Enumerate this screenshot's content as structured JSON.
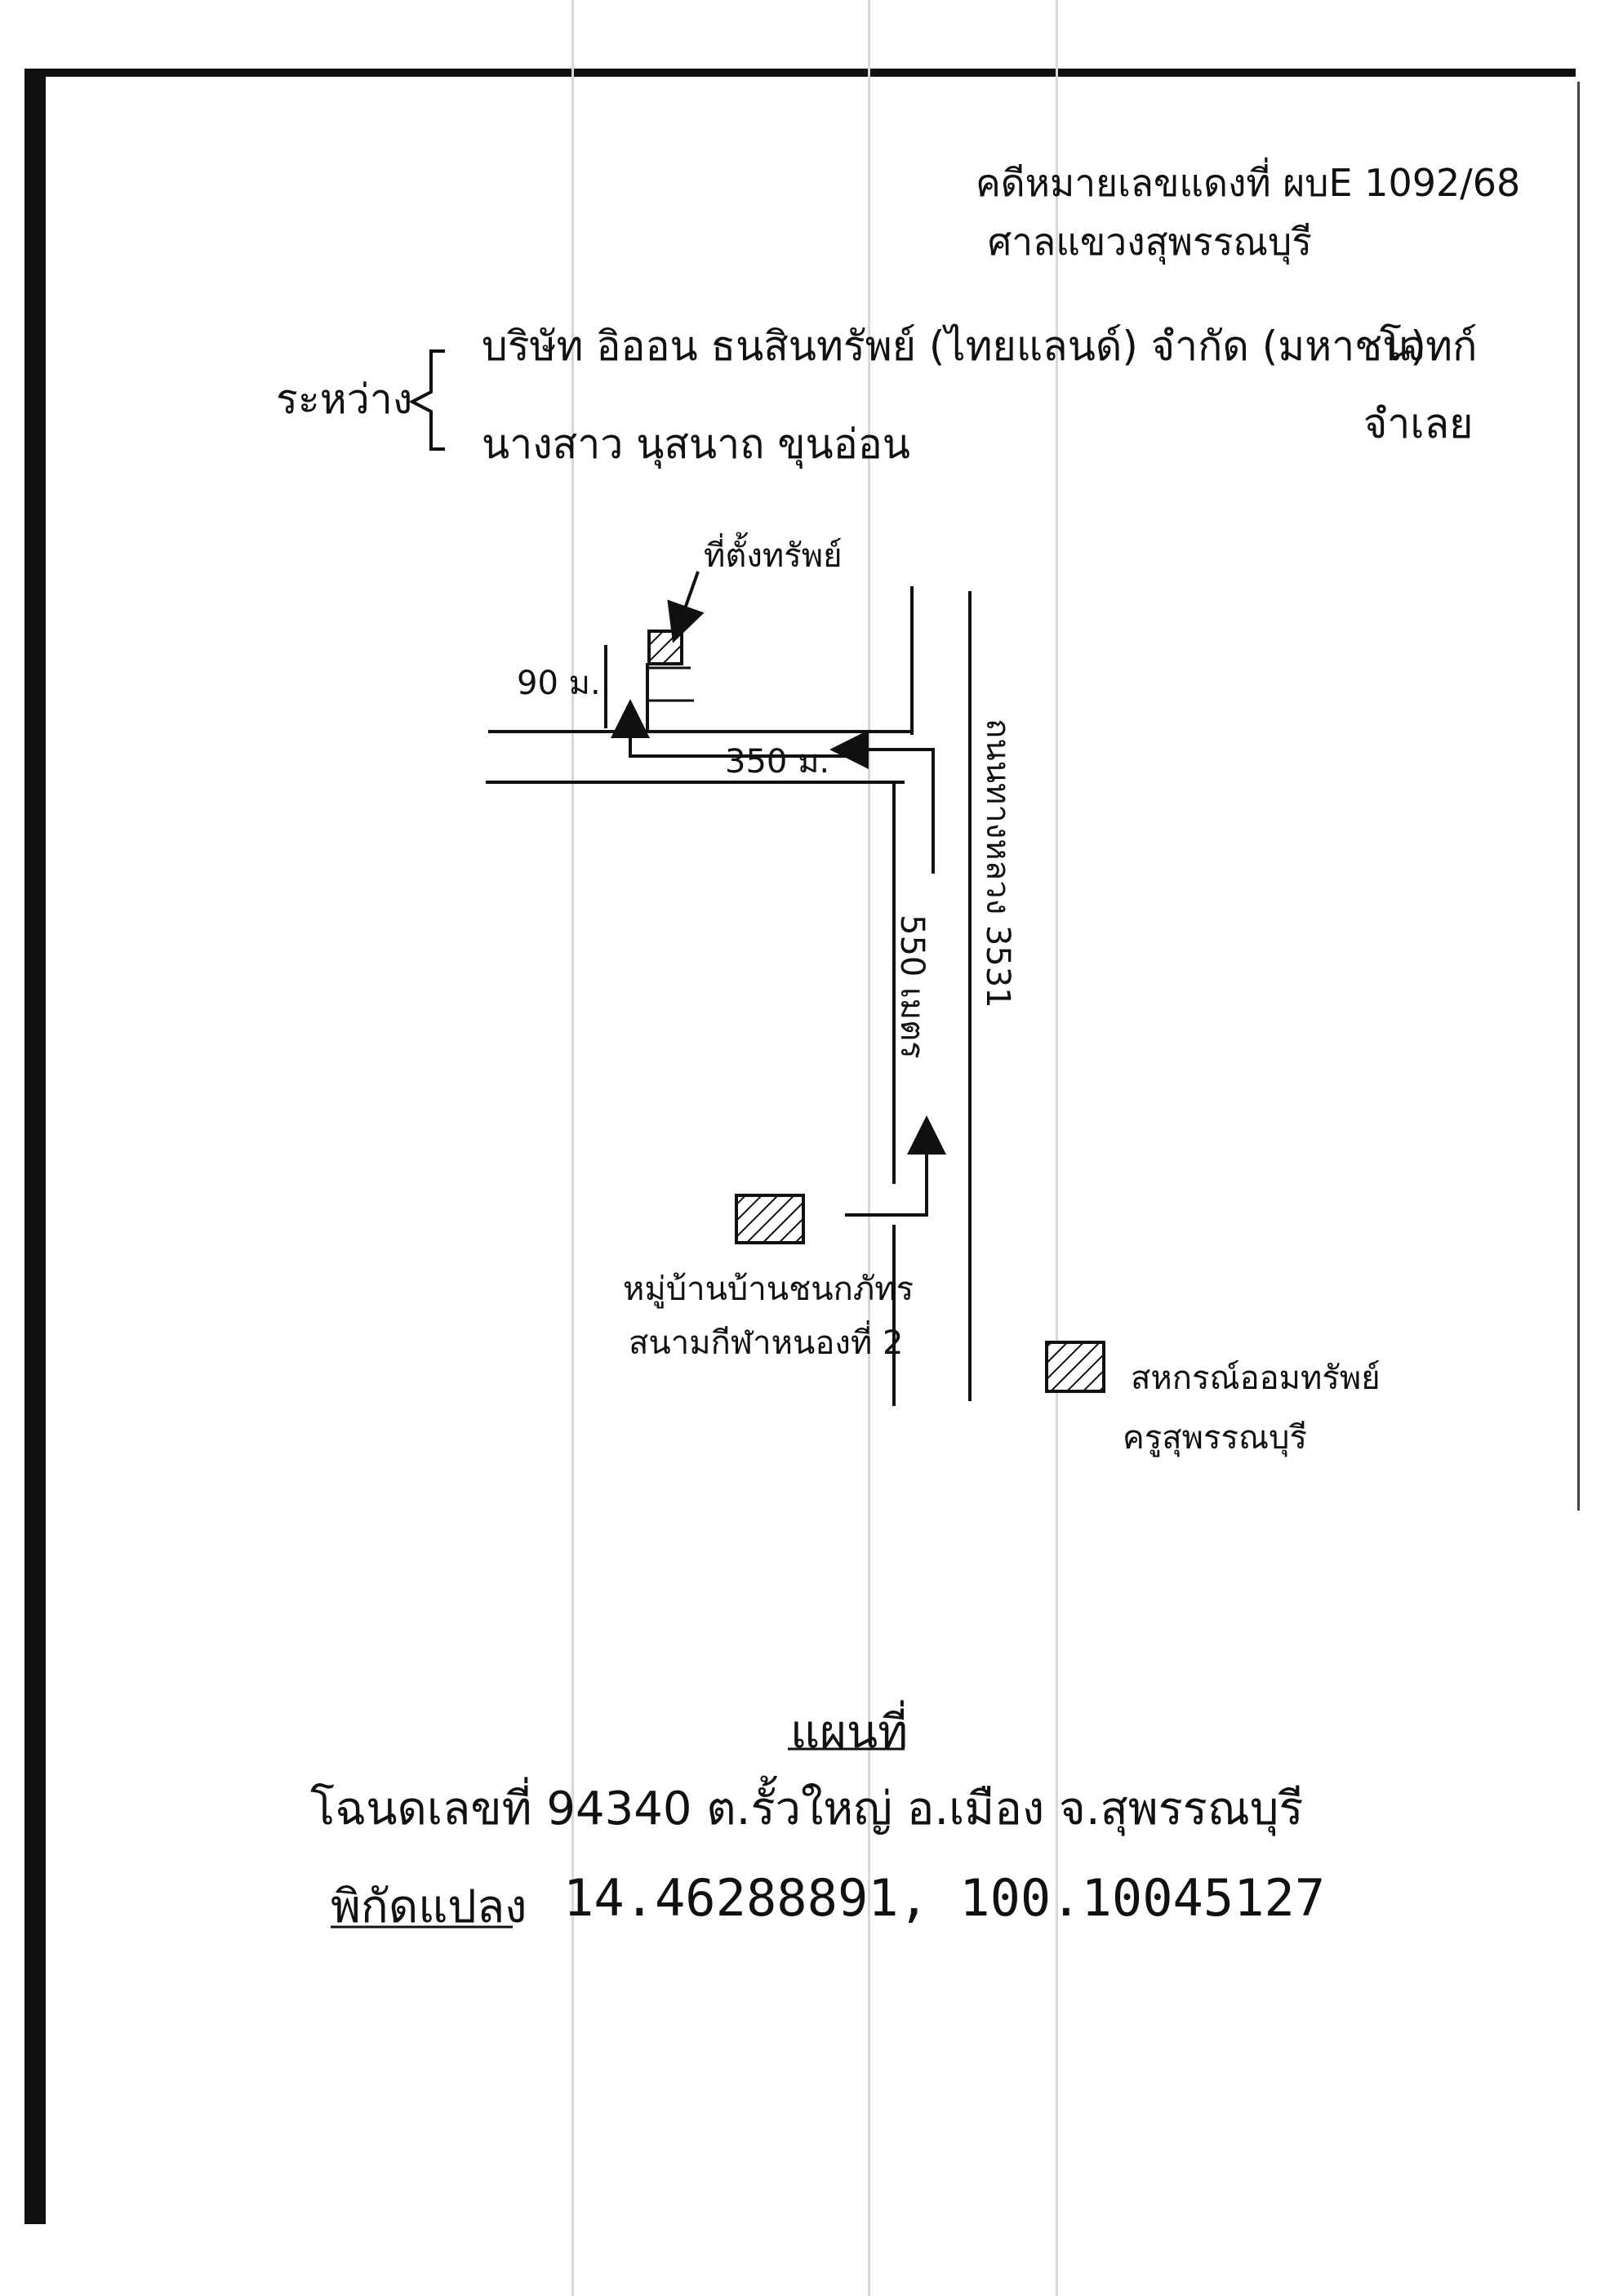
{
  "case": {
    "number_label": "คดีหมายเลขแดงที่ ผบE 1092/68",
    "court": "ศาลแขวงสุพรรณบุรี"
  },
  "parties": {
    "between_label": "ระหว่าง",
    "plaintiff": "บริษัท อิออน ธนสินทรัพย์ (ไทยแลนด์) จำกัด (มหาชน)",
    "plaintiff_role": "โจทก์",
    "defendant": "นางสาว นุสนาถ ขุนอ่อน",
    "defendant_role": "จำเลย"
  },
  "map": {
    "property_label": "ที่ตั้งทรัพย์",
    "dist_90": "90 ม.",
    "dist_350": "350 ม.",
    "dist_550": "550 เมตร",
    "road_label": "ถนนทางหลวง 3531",
    "village_line1": "หมู่บ้านบ้านชนกภัทร",
    "village_line2": "สนามกีฬาหนองที่ 2",
    "coop_line1": "สหกรณ์ออมทรัพย์",
    "coop_line2": "ครูสุพรรณบุรี"
  },
  "footer": {
    "map_title": "แผนที่",
    "deed_line": "โฉนดเลขที่ 94340 ต.รั้วใหญ่ อ.เมือง จ.สุพรรณบุรี",
    "coords_label": "พิกัดแปลง",
    "coords_value": "14.46288891, 100.10045127"
  },
  "icons": [
    "arrow-icon",
    "hatched-building-icon"
  ]
}
